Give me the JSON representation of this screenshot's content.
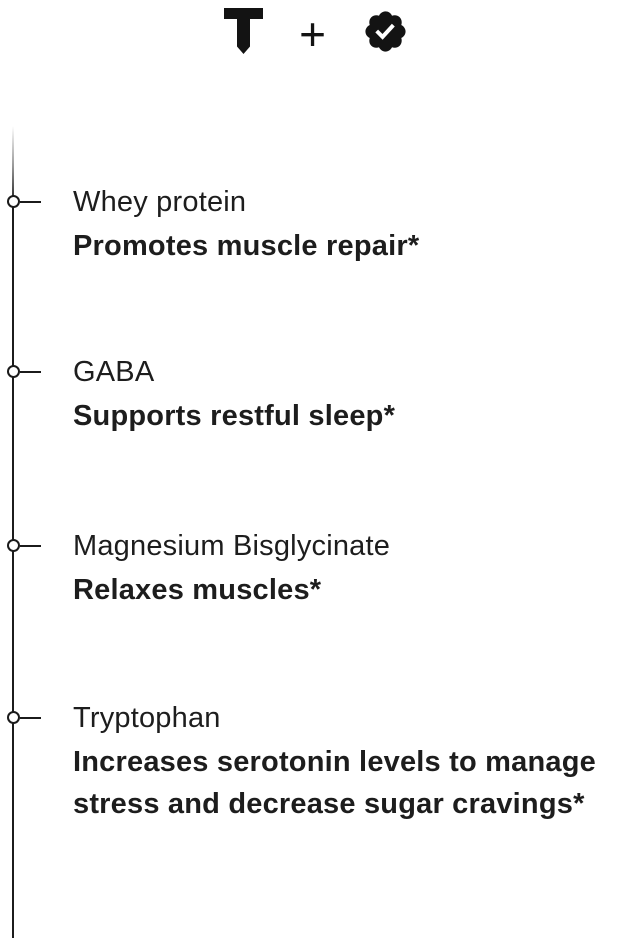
{
  "header": {
    "brand_icon": "thorne-t-logo",
    "plus_symbol": "+",
    "badge_icon": "verified-check-badge"
  },
  "timeline": {
    "items": [
      {
        "title": "Whey protein",
        "description": "Promotes muscle repair*"
      },
      {
        "title": "GABA",
        "description": "Supports restful sleep*"
      },
      {
        "title": "Magnesium Bisglycinate",
        "description": "Relaxes muscles*"
      },
      {
        "title": "Tryptophan",
        "description": "Increases serotonin levels to manage stress and decrease sugar cravings*"
      }
    ]
  },
  "colors": {
    "text": "#1d1d1d",
    "icon": "#131313",
    "timeline_line": "#1c1c1c",
    "background": "#ffffff"
  }
}
